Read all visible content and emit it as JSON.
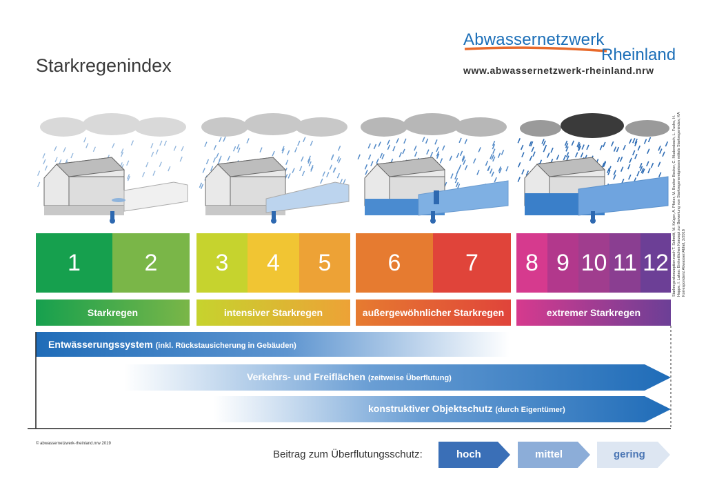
{
  "title": "Starkregenindex",
  "logo": {
    "line1": "Abwassernetzwerk",
    "line2": "Rheinland",
    "url": "www.abwassernetzwerk-rheinland.nrw"
  },
  "levels": [
    {
      "num": "1",
      "color": "#16a04e"
    },
    {
      "num": "2",
      "color": "#7ab648"
    },
    {
      "num": "3",
      "color": "#c6d32e"
    },
    {
      "num": "4",
      "color": "#f1c533"
    },
    {
      "num": "5",
      "color": "#eda236"
    },
    {
      "num": "6",
      "color": "#e67b30"
    },
    {
      "num": "7",
      "color": "#e0443a"
    },
    {
      "num": "8",
      "color": "#d63a8e"
    },
    {
      "num": "9",
      "color": "#b2388c"
    },
    {
      "num": "10",
      "color": "#a03d8e"
    },
    {
      "num": "11",
      "color": "#8a3e91"
    },
    {
      "num": "12",
      "color": "#6c3f96"
    }
  ],
  "categories": [
    {
      "label": "Starkregen",
      "from": "#16a04e",
      "to": "#7ab648"
    },
    {
      "label": "intensiver Starkregen",
      "from": "#c6d32e",
      "to": "#eda236"
    },
    {
      "label": "außergewöhnlicher Starkregen",
      "from": "#e67b30",
      "to": "#e0443a"
    },
    {
      "label": "extremer Starkregen",
      "from": "#d63a8e",
      "to": "#6c3f96"
    }
  ],
  "measures": [
    {
      "main": "Entwässerungssystem",
      "sub": "(inkl. Rückstausicherung in Gebäuden)"
    },
    {
      "main": "Verkehrs- und Freiflächen",
      "sub": "(zeitweise Überflutung)"
    },
    {
      "main": "konstruktiver Objektschutz",
      "sub": "(durch Eigentümer)"
    }
  ],
  "copyright": "© abwassernetzwerk-rheinland.nrw 2019",
  "legend": {
    "label": "Beitrag zum Überflutungsschutz:",
    "items": [
      {
        "text": "hoch",
        "color": "#3a6fb7",
        "textcolor": "#ffffff"
      },
      {
        "text": "mittel",
        "color": "#8cadd8",
        "textcolor": "#ffffff"
      },
      {
        "text": "gering",
        "color": "#dde6f2",
        "textcolor": "#4b76b4"
      }
    ]
  },
  "credit": "Starkregenkonzeption nach T. Schmitt, M. Krüger, A. Pfister, M. Becker Becker, C. Mudersbach, L. Fuchs, H. Hoppe, I. Lakes: Einheitliches Konzept zur Bewertung von Starkregenereignissen mittels Starkregenindex; KA Korrespondenz Abwasser/Abfall, 2/2018",
  "colors": {
    "blue": "#1c6fb8",
    "orange": "#e8692a",
    "water": "#6fa8dc"
  }
}
